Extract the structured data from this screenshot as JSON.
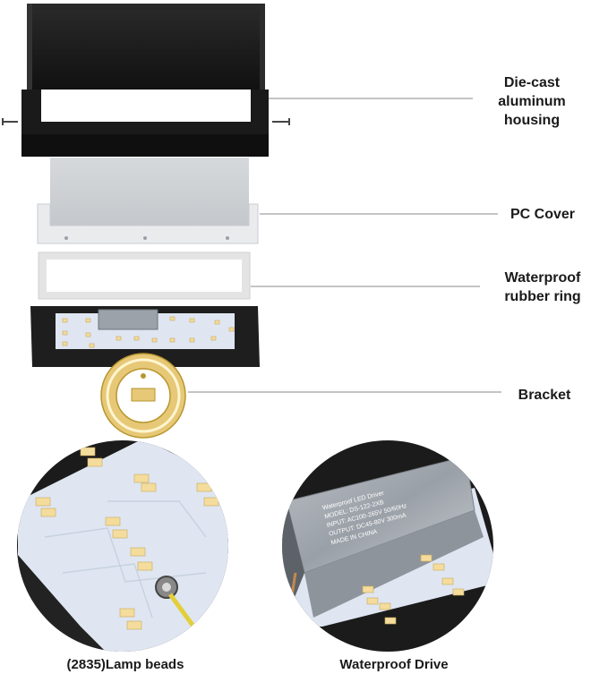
{
  "callouts": [
    {
      "id": "housing",
      "label": "Die-cast aluminum\nhousing"
    },
    {
      "id": "pc_cover",
      "label": "PC Cover"
    },
    {
      "id": "rubber_ring",
      "label": "Waterproof\nrubber ring"
    },
    {
      "id": "bracket",
      "label": "Bracket"
    }
  ],
  "details": [
    {
      "id": "lamp_beads",
      "caption": "(2835)Lamp beads"
    },
    {
      "id": "driver",
      "caption": "Waterproof Drive"
    }
  ],
  "driver_box_text": [
    "Waterproof LED Driver",
    "MODEL: DS-122-2XB",
    "INPUT: AC100-265V 50/60Hz",
    "OUTPUT: DC45-80V 300mA",
    "MADE IN CHINA"
  ],
  "colors": {
    "housing": "#1c1c1c",
    "pc_cover": "#c8ccd0",
    "rubber_ring": "#e4e4e4",
    "led_board": "#dfe6f1",
    "bracket": "#e6c877",
    "led_bead": "#f4dc9c",
    "leader_line": "#8a8a8a"
  }
}
